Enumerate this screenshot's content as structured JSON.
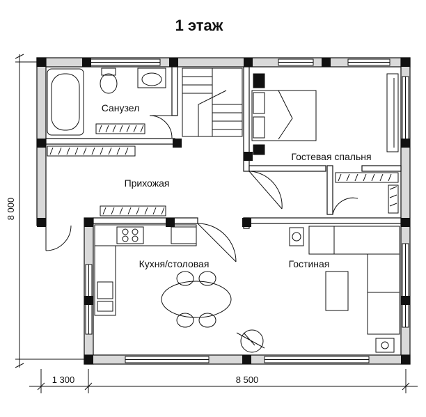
{
  "title": "1 этаж",
  "rooms": {
    "bathroom": "Санузел",
    "guest_bedroom": "Гостевая спальня",
    "hallway": "Прихожая",
    "kitchen_dining": "Кухня/столовая",
    "living_room": "Гостиная"
  },
  "dimensions": {
    "height": "8 000",
    "width_left": "1 300",
    "width_main": "8 500"
  },
  "colors": {
    "wall_fill": "#d9d9d9",
    "column_fill": "#111111",
    "line": "#111111"
  }
}
